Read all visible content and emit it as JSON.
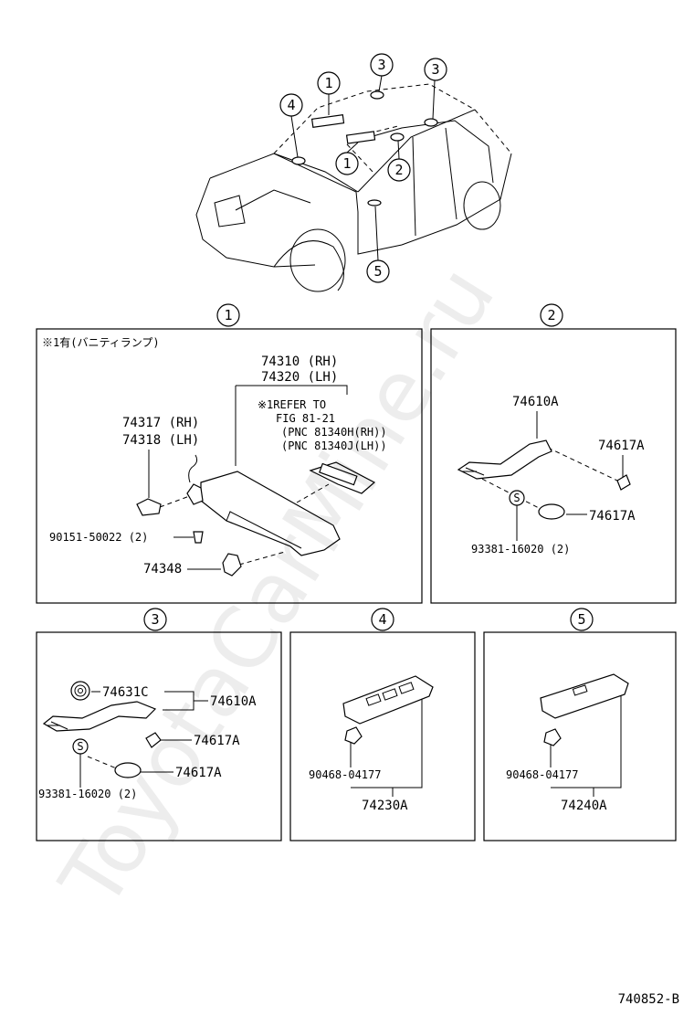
{
  "watermark": "ToyotaCarMine.ru",
  "diagram_id": "740852-B",
  "callouts": {
    "c1": "1",
    "c2": "2",
    "c3": "3",
    "c4": "4",
    "c5": "5"
  },
  "panel1": {
    "note": "※1有(バニティランプ)",
    "pn_74310": "74310 (RH)",
    "pn_74320": "74320 (LH)",
    "refer_1": "※1REFER TO",
    "refer_2": "FIG 81-21",
    "refer_3": "(PNC 81340H(RH))",
    "refer_4": "(PNC 81340J(LH))",
    "pn_74317": "74317 (RH)",
    "pn_74318": "74318 (LH)",
    "pn_90151": "90151-50022 (2)",
    "pn_74348": "74348"
  },
  "panel2": {
    "pn_74610A": "74610A",
    "pn_74617A_top": "74617A",
    "pn_74617A_bot": "74617A",
    "pn_93381": "93381-16020 (2)",
    "s_mark": "S"
  },
  "panel3": {
    "pn_74631C": "74631C",
    "pn_74610A": "74610A",
    "pn_74617A_top": "74617A",
    "pn_74617A_bot": "74617A",
    "pn_93381": "93381-16020 (2)",
    "s_mark": "S"
  },
  "panel4": {
    "pn_90468": "90468-04177",
    "pn_74230A": "74230A"
  },
  "panel5": {
    "pn_90468": "90468-04177",
    "pn_74240A": "74240A"
  }
}
